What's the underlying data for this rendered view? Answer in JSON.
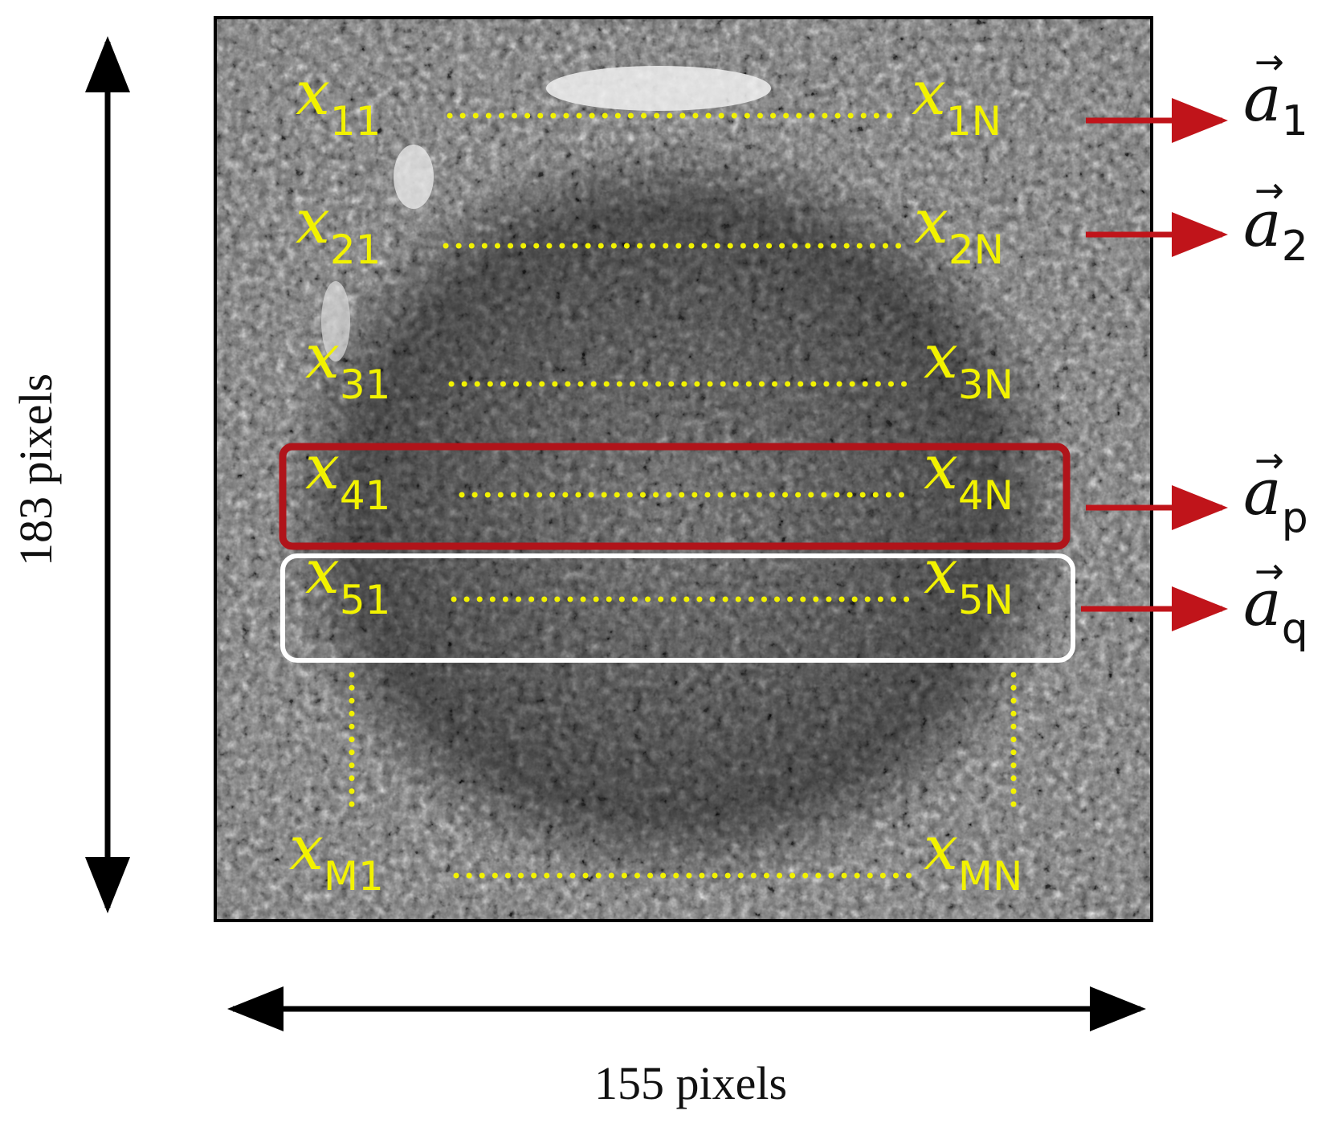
{
  "rows": [
    {
      "left_sym": "x",
      "left_sub": "11",
      "right_sym": "x",
      "right_sub": "1N",
      "vector": "a",
      "vector_sub": "1"
    },
    {
      "left_sym": "x",
      "left_sub": "21",
      "right_sym": "x",
      "right_sub": "2N",
      "vector": "a",
      "vector_sub": "2"
    },
    {
      "left_sym": "x",
      "left_sub": "31",
      "right_sym": "x",
      "right_sub": "3N"
    },
    {
      "left_sym": "x",
      "left_sub": "41",
      "right_sym": "x",
      "right_sub": "4N",
      "vector": "a",
      "vector_sub": "p",
      "highlight": "red"
    },
    {
      "left_sym": "x",
      "left_sub": "51",
      "right_sym": "x",
      "right_sub": "5N",
      "vector": "a",
      "vector_sub": "q",
      "highlight": "white"
    },
    {
      "left_sym": "x",
      "left_sub": "M1",
      "right_sym": "x",
      "right_sub": "MN"
    }
  ],
  "dimensions": {
    "height_label": "183 pixels",
    "width_label": "155 pixels"
  },
  "colors": {
    "label_yellow": "#f2f200",
    "arrow_red": "#c0141a",
    "highlight_red": "#b0141a",
    "highlight_white": "#ffffff"
  }
}
